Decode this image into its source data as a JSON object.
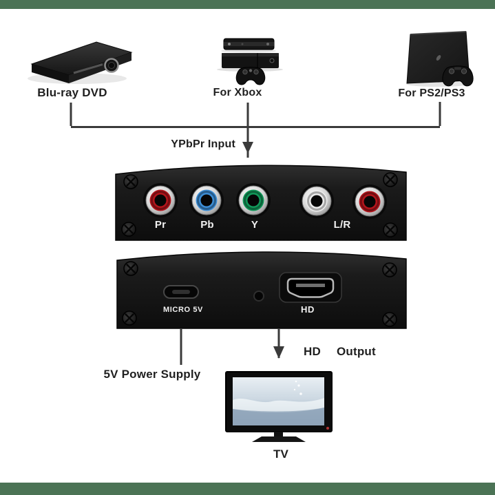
{
  "colors": {
    "banner_green": "#4b7355",
    "line": "#3a3a3a",
    "port_pr": "#b3151c",
    "port_pb": "#3d8ed6",
    "port_y": "#12985a",
    "port_l": "#ececec",
    "port_r": "#b3151c",
    "label_text": "#1f1f1f",
    "panel_black": "#151515"
  },
  "sources": {
    "bluray_label": "Blu-ray DVD",
    "xbox_label": "For Xbox",
    "ps_label": "For PS2/PS3"
  },
  "converter": {
    "input_label": "YPbPr Input",
    "front_port_labels": {
      "pr": "Pr",
      "pb": "Pb",
      "y": "Y",
      "lr": "L/R"
    },
    "rear_port_labels": {
      "micro": "MICRO 5V",
      "hd": "HD"
    },
    "power_label": "5V Power Supply",
    "output_label": {
      "hd": "HD",
      "output": "Output"
    }
  },
  "tv": {
    "label": "TV"
  }
}
